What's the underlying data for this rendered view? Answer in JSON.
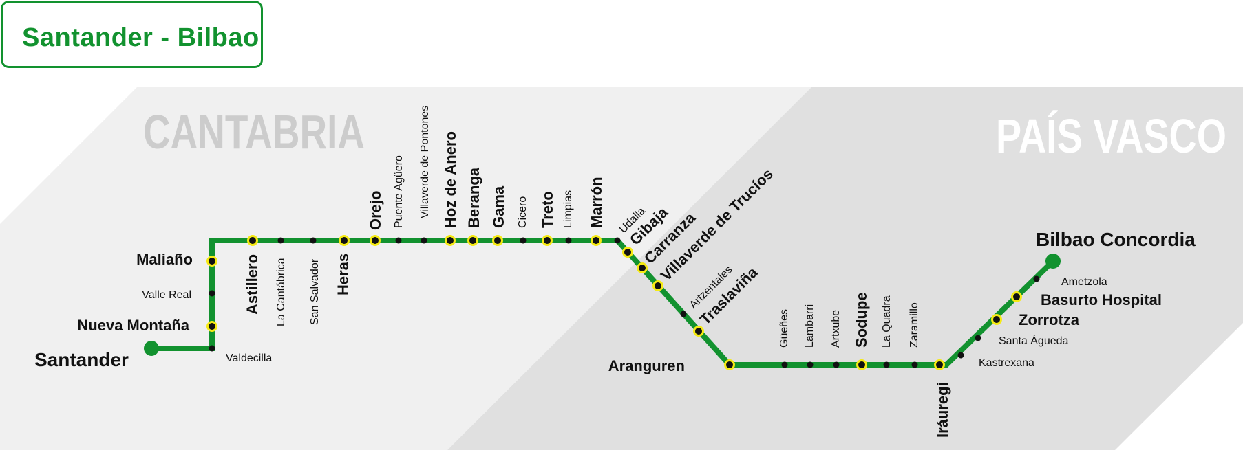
{
  "title": "Santander - Bilbao",
  "regions": [
    {
      "name": "CANTABRIA",
      "color": "#cccccc"
    },
    {
      "name": "PAÍS VASCO",
      "color": "#ffffff"
    }
  ],
  "colors": {
    "line": "#12922f",
    "major_fill": "#f5ea14",
    "minor_fill": "#111111",
    "bg_left": "#f0f0f0",
    "bg_right": "#e0e0e0"
  },
  "stations": [
    {
      "name": "Santander",
      "kind": "terminal"
    },
    {
      "name": "Valdecilla",
      "kind": "minor"
    },
    {
      "name": "Nueva Montaña",
      "kind": "major"
    },
    {
      "name": "Valle Real",
      "kind": "minor"
    },
    {
      "name": "Maliaño",
      "kind": "major"
    },
    {
      "name": "Astillero",
      "kind": "major"
    },
    {
      "name": "La Cantábrica",
      "kind": "minor"
    },
    {
      "name": "San Salvador",
      "kind": "minor"
    },
    {
      "name": "Heras",
      "kind": "major"
    },
    {
      "name": "Orejo",
      "kind": "major"
    },
    {
      "name": "Puente Agüero",
      "kind": "minor"
    },
    {
      "name": "Villaverde de Pontones",
      "kind": "minor"
    },
    {
      "name": "Hoz de Anero",
      "kind": "major"
    },
    {
      "name": "Beranga",
      "kind": "major"
    },
    {
      "name": "Gama",
      "kind": "major"
    },
    {
      "name": "Cicero",
      "kind": "minor"
    },
    {
      "name": "Treto",
      "kind": "major"
    },
    {
      "name": "Limpias",
      "kind": "minor"
    },
    {
      "name": "Marrón",
      "kind": "major"
    },
    {
      "name": "Udalla",
      "kind": "minor"
    },
    {
      "name": "Gibaja",
      "kind": "major"
    },
    {
      "name": "Carranza",
      "kind": "major"
    },
    {
      "name": "Villaverde de Trucíos",
      "kind": "major"
    },
    {
      "name": "Artzentales",
      "kind": "minor"
    },
    {
      "name": "Traslaviña",
      "kind": "major"
    },
    {
      "name": "Aranguren",
      "kind": "major"
    },
    {
      "name": "Güeñes",
      "kind": "minor"
    },
    {
      "name": "Lambarri",
      "kind": "minor"
    },
    {
      "name": "Artxube",
      "kind": "minor"
    },
    {
      "name": "Sodupe",
      "kind": "major"
    },
    {
      "name": "La Quadra",
      "kind": "minor"
    },
    {
      "name": "Zaramillo",
      "kind": "minor"
    },
    {
      "name": "Iráuregi",
      "kind": "major"
    },
    {
      "name": "Kastrexana",
      "kind": "minor"
    },
    {
      "name": "Santa Águeda",
      "kind": "minor"
    },
    {
      "name": "Zorrotza",
      "kind": "major"
    },
    {
      "name": "Basurto Hospital",
      "kind": "major"
    },
    {
      "name": "Ametzola",
      "kind": "minor"
    },
    {
      "name": "Bilbao Concordia",
      "kind": "terminal"
    }
  ]
}
